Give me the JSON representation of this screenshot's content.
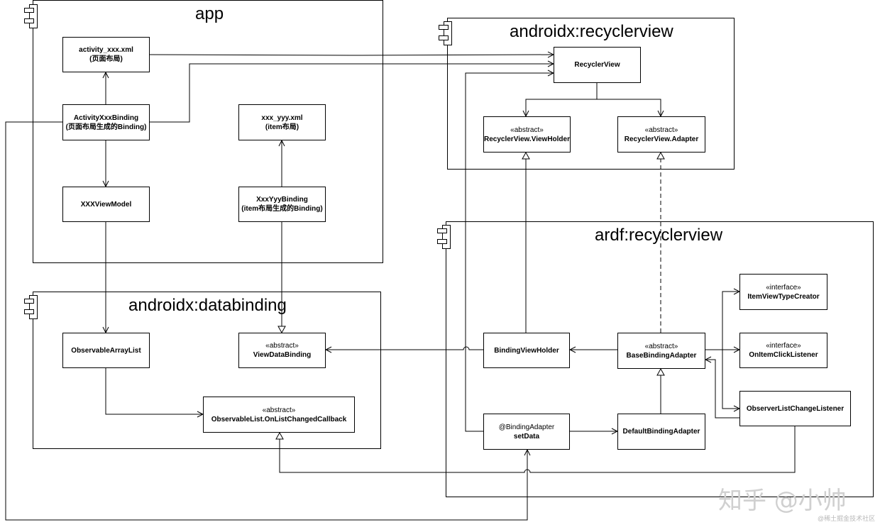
{
  "packages": {
    "app": "app",
    "recyclerview": "androidx:recyclerview",
    "ardf": "ardf:recyclerview",
    "databinding": "androidx:databinding"
  },
  "classes": {
    "activity_xml": {
      "name": "activity_xxx.xml",
      "sub": "(页面布局)"
    },
    "activity_binding": {
      "name": "ActivityXxxBinding",
      "sub": "(页面布局生成的Binding)"
    },
    "xxx_yyy_xml": {
      "name": "xxx_yyy.xml",
      "sub": "(item布局)"
    },
    "viewmodel": {
      "name": "XXXViewModel"
    },
    "yyy_binding": {
      "name": "XxxYyyBinding",
      "sub": "(item布局生成的Binding)"
    },
    "recyclerview": {
      "name": "RecyclerView"
    },
    "viewholder": {
      "stereo": "«abstract»",
      "name": "RecyclerView.ViewHolder"
    },
    "adapter": {
      "stereo": "«abstract»",
      "name": "RecyclerView.Adapter"
    },
    "observable_array_list": {
      "name": "ObservableArrayList"
    },
    "view_data_binding": {
      "stereo": "«abstract»",
      "name": "ViewDataBinding"
    },
    "on_list_changed": {
      "stereo": "«abstract»",
      "name": "ObservableList.OnListChangedCallback"
    },
    "item_view_type_creator": {
      "stereo": "«interface»",
      "name": "ItemViewTypeCreator"
    },
    "on_item_click": {
      "stereo": "«interface»",
      "name": "OnItemClickListener"
    },
    "binding_view_holder": {
      "name": "BindingViewHolder"
    },
    "base_binding_adapter": {
      "stereo": "«abstract»",
      "name": "BaseBindingAdapter"
    },
    "observer_list_change": {
      "name": "ObserverListChangeListener"
    },
    "set_data": {
      "anno": "@BindingAdapter",
      "name": "setData"
    },
    "default_binding_adapter": {
      "name": "DefaultBindingAdapter"
    }
  },
  "watermark": {
    "text": "知乎 @小帅",
    "small": "@稀土掘金技术社区"
  }
}
